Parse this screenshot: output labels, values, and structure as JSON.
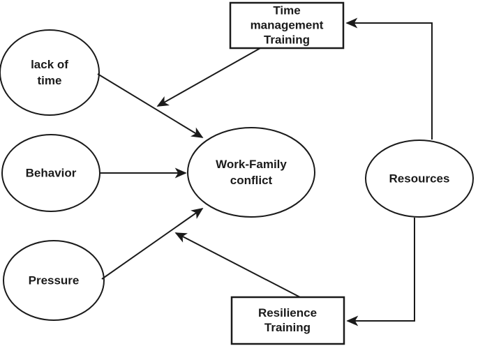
{
  "diagram": {
    "background": "#ffffff",
    "stroke_color": "#1a1a1a",
    "text_color": "#1a1a1a",
    "nodes": {
      "lack_of_time": {
        "label": "lack of\ntime",
        "shape": "ellipse"
      },
      "behavior": {
        "label": "Behavior",
        "shape": "ellipse"
      },
      "pressure": {
        "label": "Pressure",
        "shape": "ellipse"
      },
      "work_family_conflict": {
        "label": "Work-Family\nconflict",
        "shape": "ellipse"
      },
      "resources": {
        "label": "Resources",
        "shape": "ellipse"
      },
      "time_management_training": {
        "label": "Time\nmanagement\nTraining",
        "shape": "rectangle"
      },
      "resilience_training": {
        "label": "Resilience\nTraining",
        "shape": "rectangle"
      }
    },
    "edges": [
      {
        "from": "lack of time",
        "to": "Work-Family conflict",
        "kind": "direct"
      },
      {
        "from": "Behavior",
        "to": "Work-Family conflict",
        "kind": "direct"
      },
      {
        "from": "Pressure",
        "to": "Work-Family conflict",
        "kind": "direct"
      },
      {
        "from": "Time management Training",
        "to": "lack of time -> Work-Family conflict path",
        "kind": "moderation"
      },
      {
        "from": "Resilience Training",
        "to": "Pressure -> Work-Family conflict path",
        "kind": "moderation"
      },
      {
        "from": "Resources",
        "to": "Time management Training",
        "kind": "direct"
      },
      {
        "from": "Resources",
        "to": "Resilience Training",
        "kind": "direct"
      }
    ]
  }
}
